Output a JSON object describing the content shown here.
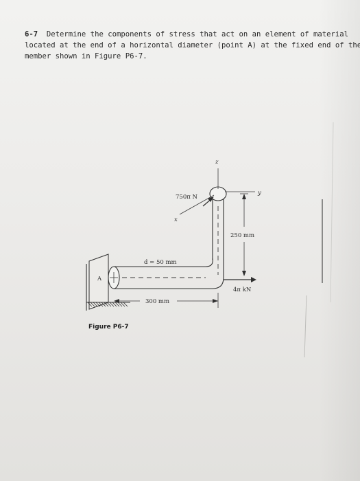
{
  "problem": {
    "number": "6-7",
    "lines": [
      "Determine the components of stress that act on an element of material",
      "located at the end of a horizontal diameter (point A) at the fixed end of the",
      "member shown in Figure P6-7."
    ]
  },
  "figure": {
    "caption": "Figure P6-7",
    "labels": {
      "z_axis": "z",
      "y_axis": "y",
      "x_axis": "x",
      "load_vertical": "750π N",
      "load_horizontal": "4π kN",
      "diameter": "d = 50 mm",
      "length_horizontal": "300 mm",
      "length_vertical": "250 mm",
      "point": "A"
    }
  }
}
